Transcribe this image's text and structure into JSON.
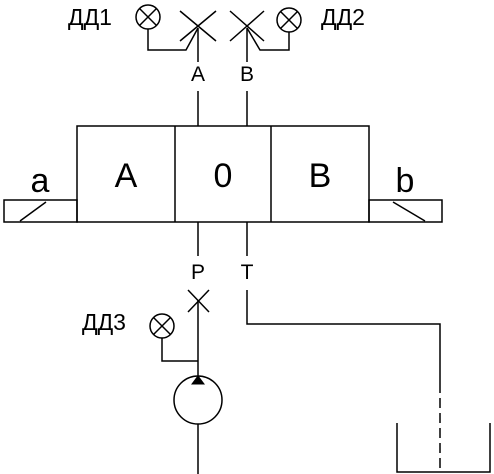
{
  "gauges": {
    "dd1": {
      "label": "ДД1",
      "icon": "pressure-gauge-icon"
    },
    "dd2": {
      "label": "ДД2",
      "icon": "pressure-gauge-icon"
    },
    "dd3": {
      "label": "ДД3",
      "icon": "pressure-gauge-icon"
    }
  },
  "ports": {
    "a": "A",
    "b": "B",
    "p": "P",
    "t": "T"
  },
  "valve": {
    "positions": [
      "A",
      "0",
      "B"
    ],
    "solenoid_left": "a",
    "solenoid_right": "b"
  },
  "icons": {
    "pump": "pump-icon",
    "tank": "tank-icon",
    "connection_point": "cross-icon"
  }
}
